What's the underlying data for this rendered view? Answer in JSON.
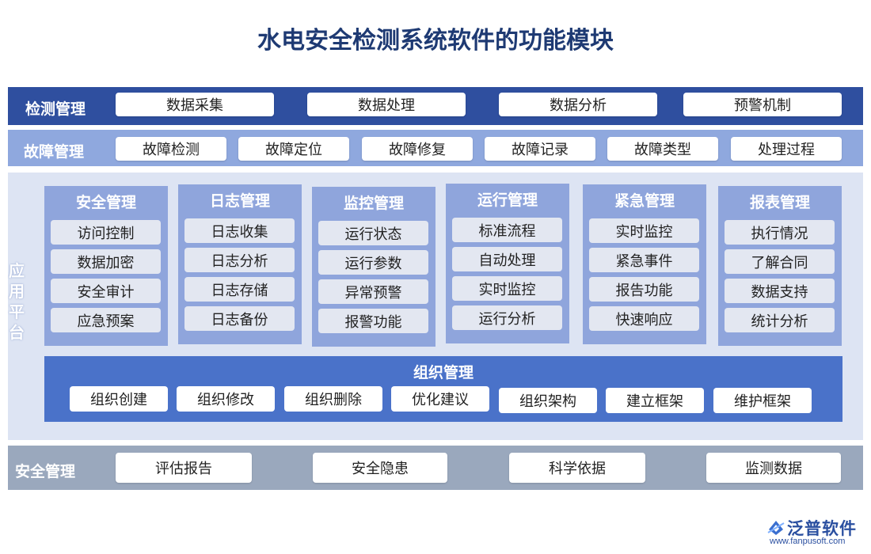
{
  "title": "水电安全检测系统软件的功能模块",
  "row1": {
    "label": "检测管理",
    "items": [
      "数据采集",
      "数据处理",
      "数据分析",
      "预警机制"
    ]
  },
  "row2": {
    "label": "故障管理",
    "items": [
      "故障检测",
      "故障定位",
      "故障修复",
      "故障记录",
      "故障类型",
      "处理过程"
    ]
  },
  "platform": {
    "label": "应用平台",
    "panels": [
      {
        "title": "安全管理",
        "items": [
          "访问控制",
          "数据加密",
          "安全审计",
          "应急预案"
        ]
      },
      {
        "title": "日志管理",
        "items": [
          "日志收集",
          "日志分析",
          "日志存储",
          "日志备份"
        ]
      },
      {
        "title": "监控管理",
        "items": [
          "运行状态",
          "运行参数",
          "异常预警",
          "报警功能"
        ]
      },
      {
        "title": "运行管理",
        "items": [
          "标准流程",
          "自动处理",
          "实时监控",
          "运行分析"
        ]
      },
      {
        "title": "紧急管理",
        "items": [
          "实时监控",
          "紧急事件",
          "报告功能",
          "快速响应"
        ]
      },
      {
        "title": "报表管理",
        "items": [
          "执行情况",
          "了解合同",
          "数据支持",
          "统计分析"
        ]
      }
    ],
    "org": {
      "title": "组织管理",
      "items": [
        "组织创建",
        "组织修改",
        "组织删除",
        "优化建议",
        "组织架构",
        "建立框架",
        "维护框架"
      ]
    }
  },
  "row4": {
    "label": "安全管理",
    "items": [
      "评估报告",
      "安全隐患",
      "科学依据",
      "监测数据"
    ]
  },
  "logo": {
    "name": "泛普软件",
    "url": "www.fanpusoft.com"
  },
  "colors": {
    "title": "#1e3a73",
    "row1": "#2f4f9f",
    "row2": "#8fa8de",
    "platform": "#dde4f3",
    "panel": "#8fa5dc",
    "org": "#4a72c9",
    "row4": "#9aa8bd"
  }
}
